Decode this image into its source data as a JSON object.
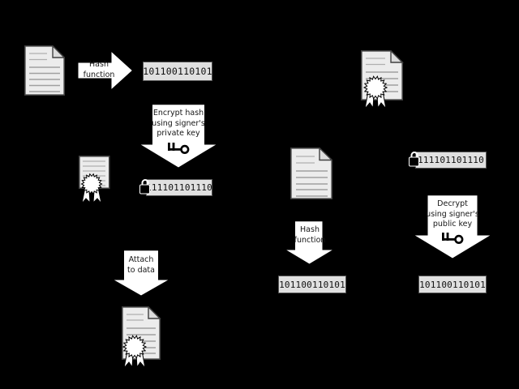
{
  "colors": {
    "background": "#000000",
    "document_fill": "#ececec",
    "box_fill": "#e0e0e0",
    "arrow_fill": "#ffffff",
    "outline": "#404040"
  },
  "signing": {
    "hash_arrow_label": "Hash\nfunction",
    "hash_value": "101100110101",
    "encrypt_arrow_label": "Encrypt hash\nusing signer's\nprivate key",
    "signature_value": "111101101110",
    "attach_arrow_label": "Attach\nto data"
  },
  "verification": {
    "signature_value": "111101101110",
    "hash_arrow_label": "Hash\nfunction",
    "hash_value": "101100110101",
    "decrypt_arrow_label": "Decrypt\nusing signer's\npublic key",
    "decrypted_hash_value": "101100110101"
  },
  "icons": {
    "document-icon": "page with folded corner and text lines",
    "certificate-document-icon": "small document with rosette seal",
    "signed-document-icon": "document with folded corner and rosette seal",
    "seal-icon": "white starburst rosette with ribbon tails",
    "key-icon": "black skeleton key (teeth left, ring right)",
    "lock-icon": "black padlock with white shackle"
  }
}
